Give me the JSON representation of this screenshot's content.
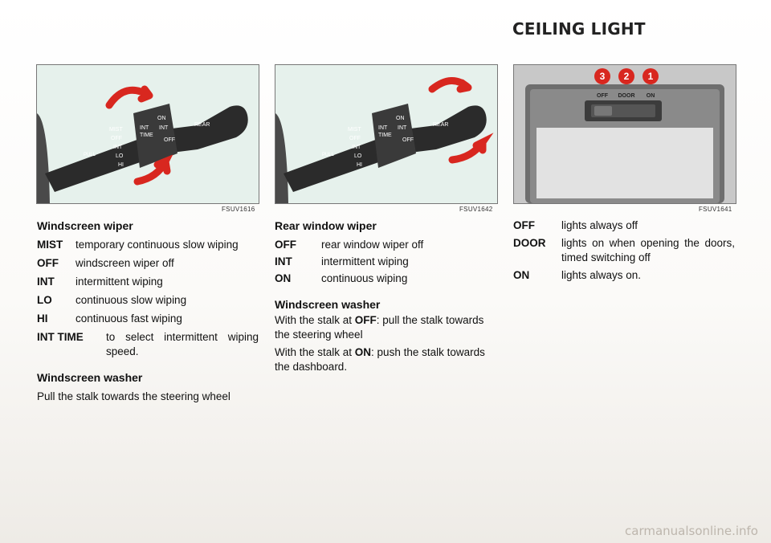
{
  "section_title": "CEILING LIGHT",
  "figures": [
    {
      "code": "FSUV1616",
      "labels": {
        "mist": "MIST",
        "off": "OFF",
        "int": "INT",
        "lo": "LO",
        "hi": "HI",
        "pull": "PULL",
        "int_time_1": "INT",
        "int_time_2": "TIME",
        "on": "ON",
        "int_r": "INT",
        "off_r": "OFF",
        "rear": "REAR"
      }
    },
    {
      "code": "FSUV1642",
      "labels": {
        "mist": "MIST",
        "off": "OFF",
        "int": "INT",
        "lo": "LO",
        "hi": "HI",
        "pull": "PULL",
        "int_time_1": "INT",
        "int_time_2": "TIME",
        "on": "ON",
        "int_r": "INT",
        "off_r": "OFF",
        "rear": "REAR"
      }
    },
    {
      "code": "FSUV1641",
      "markers": [
        "3",
        "2",
        "1"
      ],
      "switch_labels": [
        "OFF",
        "DOOR",
        "ON"
      ]
    }
  ],
  "col1": {
    "heading": "Windscreen wiper",
    "items": [
      {
        "term": "MIST",
        "desc": "temporary continuous slow wiping"
      },
      {
        "term": "OFF",
        "desc": "windscreen wiper off"
      },
      {
        "term": "INT",
        "desc": "intermittent wiping"
      },
      {
        "term": "LO",
        "desc": "continuous slow wiping"
      },
      {
        "term": "HI",
        "desc": "continuous fast wiping"
      },
      {
        "term": "INT TIME",
        "desc": "to select intermittent wiping speed."
      }
    ],
    "washer_heading": "Windscreen washer",
    "washer_text": "Pull the stalk towards the steering wheel"
  },
  "col2": {
    "heading": "Rear window wiper",
    "items": [
      {
        "term": "OFF",
        "desc": "rear window wiper off"
      },
      {
        "term": "INT",
        "desc": "intermittent wiping"
      },
      {
        "term": "ON",
        "desc": "continuous wiping"
      }
    ],
    "washer_heading": "Windscreen washer",
    "washer_p1_pre": "With the stalk at ",
    "washer_p1_bold": "OFF",
    "washer_p1_post": ": pull the stalk towards the steering wheel",
    "washer_p2_pre": "With the stalk at ",
    "washer_p2_bold": "ON",
    "washer_p2_post": ": push the stalk towards the dashboard."
  },
  "col3": {
    "items": [
      {
        "term": "OFF",
        "desc": "lights always off"
      },
      {
        "term": "DOOR",
        "desc": "lights on when opening the doors, timed switching off"
      },
      {
        "term": "ON",
        "desc": "lights always on."
      }
    ]
  },
  "footer": "carmanualsonline.info",
  "colors": {
    "arrow": "#d8271f",
    "stalk": "#2b2b2b",
    "figure_bg": "#e9f3ee",
    "marker": "#d8271f"
  }
}
